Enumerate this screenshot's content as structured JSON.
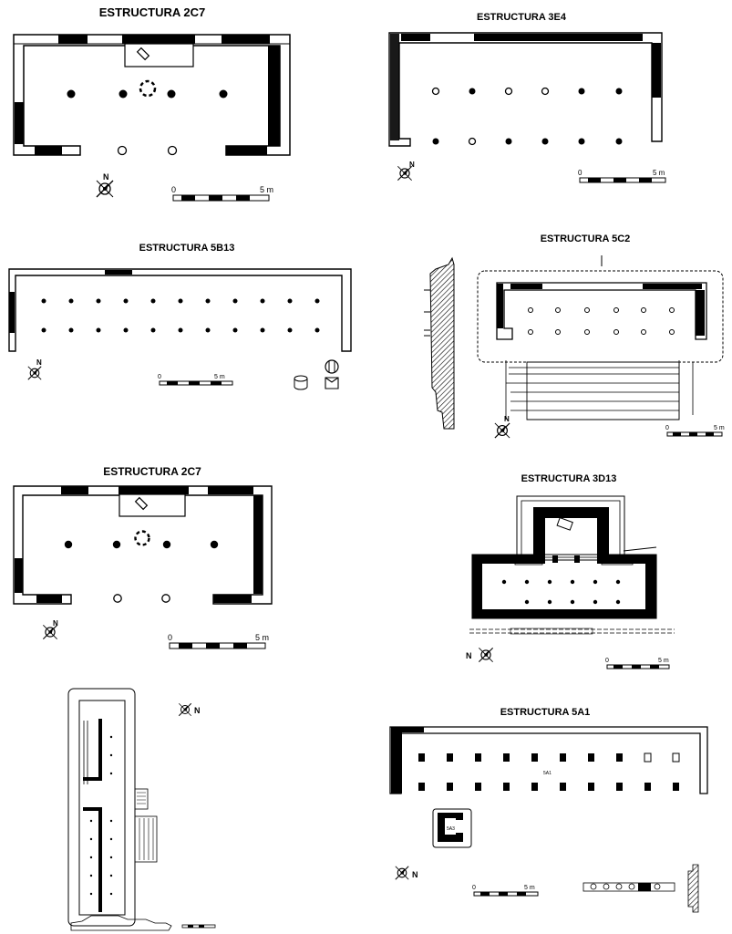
{
  "titles": {
    "p1": "ESTRUCTURA 2C7",
    "p2": "ESTRUCTURA 3E4",
    "p3": "ESTRUCTURA 5B13",
    "p4": "ESTRUCTURA 5C2",
    "p5": "ESTRUCTURA 2C7",
    "p6": "ESTRUCTURA 3D13",
    "p8": "ESTRUCTURA 5A1"
  },
  "scale": {
    "zero": "0",
    "five": "5 m"
  },
  "north_letter": "N",
  "room_labels": {
    "sa1": "5A1",
    "sa3": "5A3"
  }
}
